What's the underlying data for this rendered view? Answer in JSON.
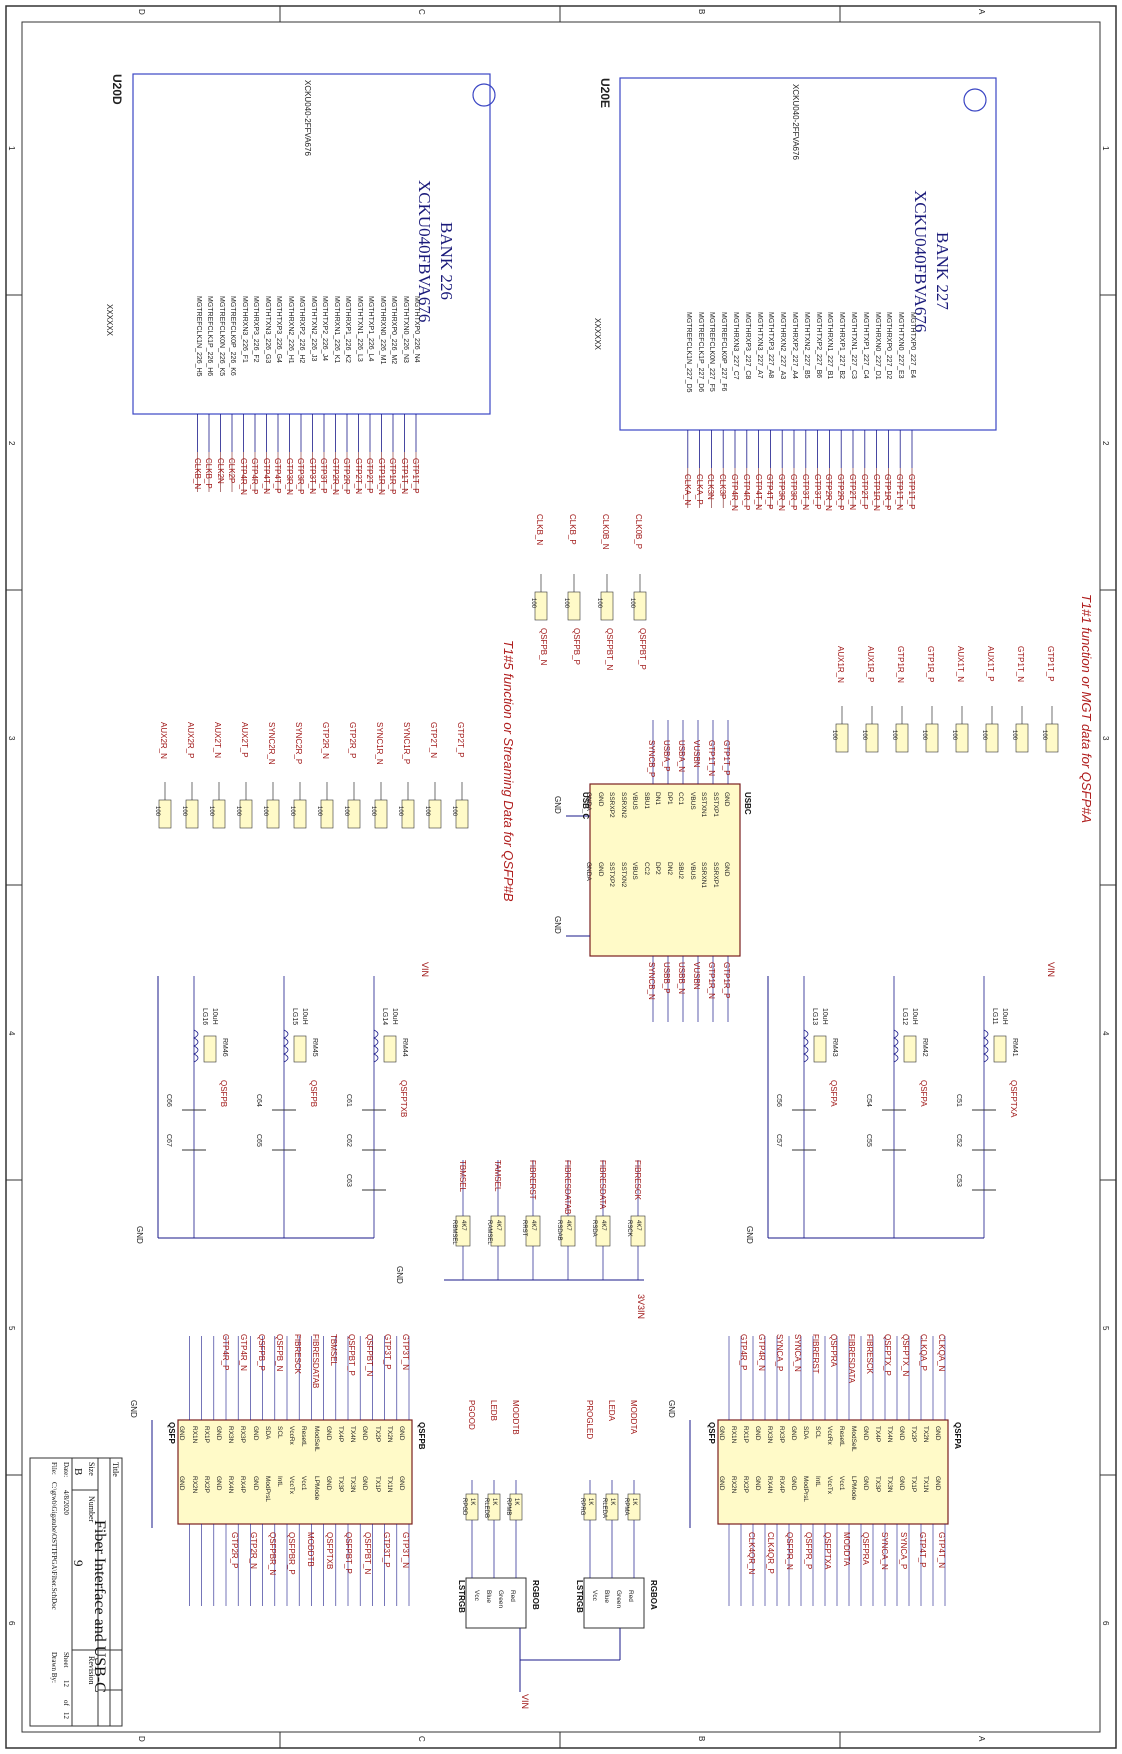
{
  "border": {
    "zones_letters": [
      "D",
      "C",
      "B",
      "A"
    ],
    "zones_numbers": [
      "1",
      "2",
      "3",
      "4",
      "5",
      "6"
    ]
  },
  "banks": [
    {
      "ref": "U20D",
      "part": "XCKU040-2FFVA676",
      "title_line1": "BANK 226",
      "title_line2": "XCKU040FBVA676",
      "value": "XXXXXX",
      "pins": [
        "MGTHTXP0_226_N4",
        "MGTHTXN0_226_N3",
        "MGTHRXP0_226_M2",
        "MGTHRXN0_226_M1",
        "MGTHTXP1_226_L4",
        "MGTHTXN1_226_L3",
        "MGTHRXP1_226_K2",
        "MGTHRXN1_226_K1",
        "MGTHTXP2_226_J4",
        "MGTHTXN2_226_J3",
        "MGTHRXP2_226_H2",
        "MGTHRXN2_226_H1",
        "MGTHTXP3_226_G4",
        "MGTHTXN3_226_G3",
        "MGTHRXP3_226_F2",
        "MGTHRXN3_226_F1",
        "MGTREFCLK0P_226_K6",
        "MGTREFCLK0N_226_K5",
        "MGTREFCLK1P_226_H6",
        "MGTREFCLK1N_226_H5"
      ],
      "nets": [
        "GTP1T_P",
        "GTP1T_N",
        "GTP1R_P",
        "GTP1R_N",
        "GTP2T_P",
        "GTP2T_N",
        "GTP2R_P",
        "GTP2R_N",
        "GTP3T_P",
        "GTP3T_N",
        "GTP3R_P",
        "GTP3R_N",
        "GTP4T_P",
        "GTP4T_N",
        "GTP4R_P",
        "GTP4R_N",
        "CLK2P",
        "CLK2N",
        "CLKB_P",
        "CLKB_N"
      ]
    },
    {
      "ref": "U20E",
      "part": "XCKU040-2FFVA676",
      "title_line1": "BANK 227",
      "title_line2": "XCKU040FBVA676",
      "value": "XXXXXX",
      "pins": [
        "MGTHTXP0_227_E4",
        "MGTHTXN0_227_E3",
        "MGTHRXP0_227_D2",
        "MGTHRXN0_227_D1",
        "MGTHTXP1_227_C4",
        "MGTHTXN1_227_C3",
        "MGTHRXP1_227_B2",
        "MGTHRXN1_227_B1",
        "MGTHTXP2_227_B6",
        "MGTHTXN2_227_B5",
        "MGTHRXP2_227_A4",
        "MGTHRXN2_227_A3",
        "MGTHTXP3_227_A8",
        "MGTHTXN3_227_A7",
        "MGTHRXP3_227_C8",
        "MGTHRXN3_227_C7",
        "MGTREFCLK0P_227_F6",
        "MGTREFCLK0N_227_F5",
        "MGTREFCLK1P_227_D6",
        "MGTREFCLK1N_227_D5"
      ],
      "nets": [
        "GTP1T_P",
        "GTP1T_N",
        "GTP1R_P",
        "GTP1R_N",
        "GTP2T_P",
        "GTP2T_N",
        "GTP2R_P",
        "GTP2R_N",
        "GTP3T_P",
        "GTP3T_N",
        "GTP3R_P",
        "GTP3R_N",
        "GTP4T_P",
        "GTP4T_N",
        "GTP4R_P",
        "GTP4R_N",
        "CLK3P",
        "CLK3N",
        "CLKA_P",
        "CLKA_N"
      ]
    }
  ],
  "notes": {
    "qsfp_a": "T1#1 function or MGT data for QSFP#A",
    "qsfp_b": "T1#5 function or Streaming Data for QSFP#B"
  },
  "resistor_rows": {
    "upper": [
      "GTP1T_P",
      "GTP1T_N",
      "AUX1T_P",
      "AUX1T_N",
      "GTP1R_P",
      "GTP1R_N",
      "AUX1R_P",
      "AUX1R_N"
    ],
    "lower": [
      "GTP2T_P",
      "GTP2T_N",
      "SYNC1R_P",
      "SYNC1R_N",
      "GTP2R_P",
      "GTP2R_N",
      "SYNC2R_P",
      "SYNC2R_N",
      "AUX2T_P",
      "AUX2T_N",
      "AUX2R_P",
      "AUX2R_N"
    ],
    "clock": [
      "CLK0B_P",
      "CLK0B_N",
      "CLKB_P",
      "CLKB_N"
    ],
    "clock_out": [
      "QSFPBT_P",
      "QSFPBT_N",
      "QSFPB_P",
      "QSFPB_N"
    ],
    "value": "100"
  },
  "usb": {
    "ref": "USBC",
    "name": "USB_C",
    "left_pins": [
      "GND",
      "SSTXP1",
      "SSTXN1",
      "VBUS",
      "CC1",
      "DP1",
      "DN1",
      "SBU1",
      "VBUS",
      "SSRXN2",
      "SSRXP2",
      "GND",
      "GNDA"
    ],
    "right_pins": [
      "GND",
      "SSRXP1",
      "SSRXN1",
      "VBUS",
      "SBU2",
      "DN2",
      "DP2",
      "CC2",
      "VBUS",
      "SSTXN2",
      "SSTXP2",
      "GND",
      "GNDA"
    ],
    "top_nets": [
      "GTP1T_P",
      "GTP1T_N",
      "VUSBN",
      "USBA_N",
      "USBA_P",
      "SYNCB_P"
    ],
    "bottom_nets": [
      "GTP1R_P",
      "GTP1R_N",
      "VUSBN",
      "USBB_N",
      "USBB_P",
      "SYNCB_N"
    ],
    "gnd": "GND"
  },
  "power_filters": [
    {
      "inductor": "LG13",
      "value": "10uH",
      "res": "RM43",
      "caps": [
        "C56",
        "C57"
      ],
      "net": "QSFPA"
    },
    {
      "inductor": "LG12",
      "value": "10uH",
      "res": "RM42",
      "caps": [
        "C54",
        "C55"
      ],
      "net": "QSFPA"
    },
    {
      "inductor": "LG11",
      "value": "10uH",
      "res": "RM41",
      "caps": [
        "C51",
        "C52",
        "C53"
      ],
      "net": "QSFPTXA"
    },
    {
      "inductor": "LG16",
      "value": "10uH",
      "res": "RM46",
      "caps": [
        "C66",
        "C67"
      ],
      "net": "QSFPB"
    },
    {
      "inductor": "LG15",
      "value": "10uH",
      "res": "RM45",
      "caps": [
        "C64",
        "C65"
      ],
      "net": "QSFPB"
    },
    {
      "inductor": "LG14",
      "value": "10uH",
      "res": "RM44",
      "caps": [
        "C61",
        "C62",
        "C63"
      ],
      "net": "QSFPTXB"
    }
  ],
  "vin_label": "VIN",
  "gnd_label": "GND",
  "pullups": {
    "nets": [
      "FIBRESCK",
      "FIBRESDATA",
      "FIBRESDATAB",
      "FIBRERST",
      "TAMSEL",
      "TBMSEL"
    ],
    "refs": [
      "RSCK",
      "RSDA",
      "RSDAB",
      "RRST",
      "RAMSEL",
      "RBMSEL"
    ],
    "value": "4K7",
    "supply": "3V3IN"
  },
  "qsfp": [
    {
      "ref": "QSFPA",
      "name": "QSFP",
      "left_pins": [
        "GND",
        "TX2N",
        "TX2P",
        "GND",
        "TX4N",
        "TX4P",
        "GND",
        "ModSelL",
        "ResetL",
        "VccRx",
        "SCL",
        "SDA",
        "GND",
        "RX3P",
        "RX3N",
        "GND",
        "RX1P",
        "RX1N",
        "GND"
      ],
      "right_pins": [
        "GND",
        "TX1N",
        "TX1P",
        "GND",
        "TX3N",
        "TX3P",
        "GND",
        "LPMode",
        "Vcc1",
        "VccTx",
        "IntL",
        "ModPrsL",
        "GND",
        "RX4P",
        "RX4N",
        "GND",
        "RX2P",
        "RX2N",
        "GND"
      ],
      "left_nets": [
        "CLKQA_N",
        "CLKQA_P",
        "QSFPTX_N",
        "QSFPTX_P",
        "FIBRESCK",
        "FIBRESDATA",
        "QSFPRA",
        "FIBRERST",
        "SYNCA_N",
        "SYNCA_P",
        "GTP4R_N",
        "GTP4R_P"
      ],
      "right_nets": [
        "GTP4T_N",
        "GTP4T_P",
        "SYNCA_P",
        "SYNCA_N",
        "QSFPRA",
        "MODDTA",
        "QSFPTXA",
        "QSFPR_P",
        "QSFPR_N",
        "CLK4QR_P",
        "CLK4QR_N"
      ]
    },
    {
      "ref": "QSFPB",
      "name": "QSFP",
      "left_pins": [
        "GND",
        "TX2N",
        "TX2P",
        "GND",
        "TX4N",
        "TX4P",
        "GND",
        "ModSelL",
        "ResetL",
        "VccRx",
        "SCL",
        "SDA",
        "GND",
        "RX3P",
        "RX3N",
        "GND",
        "RX1P",
        "RX1N",
        "GND"
      ],
      "right_pins": [
        "GND",
        "TX1N",
        "TX1P",
        "GND",
        "TX3N",
        "TX3P",
        "GND",
        "LPMode",
        "Vcc1",
        "VccTx",
        "IntL",
        "ModPrsL",
        "GND",
        "RX4P",
        "RX4N",
        "GND",
        "RX2P",
        "RX2N",
        "GND"
      ],
      "left_nets": [
        "GTP3T_N",
        "GTP3T_P",
        "QSFPBT_N",
        "QSFPBT_P",
        "TBMSEL",
        "FIBRESDATAB",
        "FIBRESCK",
        "QSFPB_N",
        "QSFPB_P",
        "GTP4R_N",
        "GTP4R_P"
      ],
      "right_nets": [
        "GTP3T_N",
        "GTP3T_P",
        "QSFPBT_N",
        "QSFPBT_P",
        "QSFPTXB",
        "MODDTB",
        "QSFPBR_P",
        "QSFPBR_N",
        "GTP2R_N",
        "GTP2R_P"
      ]
    }
  ],
  "leds": [
    {
      "ref": "RGBOA",
      "label": "LSTRGB",
      "pins": [
        "Red",
        "Green",
        "Blue",
        "Vcc"
      ],
      "nets": [
        "MODDTA",
        "LEDA",
        "PROGLED"
      ],
      "res": [
        "RPMA",
        "RLEDA",
        "RPRG"
      ],
      "value": "1K"
    },
    {
      "ref": "RGBOB",
      "label": "LSTRGB",
      "pins": [
        "Red",
        "Green",
        "Blue",
        "Vcc"
      ],
      "nets": [
        "MODDTB",
        "LEDB",
        "PGOOD"
      ],
      "res": [
        "RPMB",
        "RLEDB",
        "RPGD"
      ],
      "value": "1K"
    }
  ],
  "title_block": {
    "title_label": "Title",
    "title": "Fiber Interface and USB-C",
    "size_label": "Size",
    "size": "B",
    "number_label": "Number",
    "number": "9",
    "revision_label": "Revision",
    "date_label": "Date:",
    "date": "4/8/2020",
    "file_label": "File:",
    "file": "C:\\gtwb\\Gigatube\\OSTTFPGA\\Fiber.SchDoc",
    "sheet_label": "Sheet",
    "sheet": "12",
    "of": "of",
    "sheet_total": "12",
    "drawn_label": "Drawn By:"
  }
}
